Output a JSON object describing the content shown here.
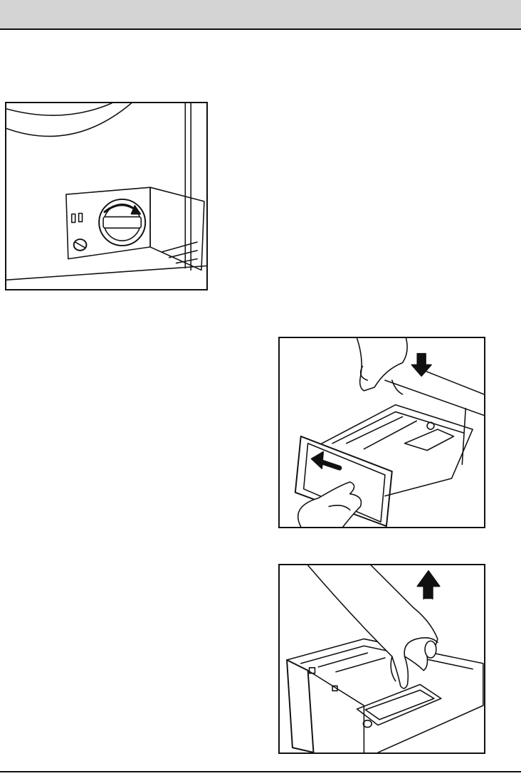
{
  "page": {
    "header_band": "",
    "figures": [
      {
        "id": "pump-filter-access"
      },
      {
        "id": "detergent-drawer-removal"
      },
      {
        "id": "siphon-cap-removal"
      }
    ]
  }
}
